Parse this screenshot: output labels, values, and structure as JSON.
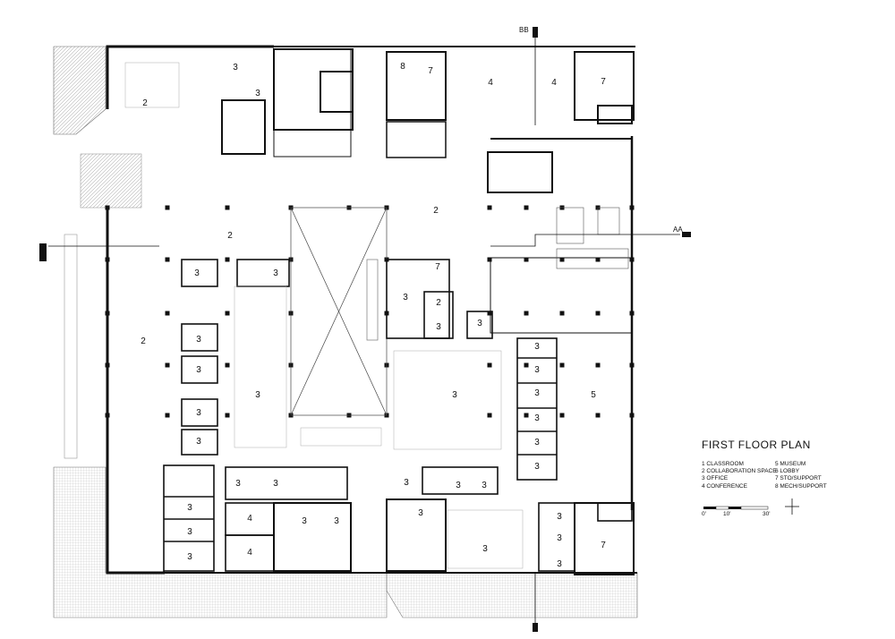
{
  "plan": {
    "title": "FIRST FLOOR PLAN",
    "section_top": "BB",
    "section_right": "AA",
    "legend_left": [
      "1  CLASSROOM",
      "2  COLLABORATION SPACE",
      "3  OFFICE",
      "4  CONFERENCE"
    ],
    "legend_right": [
      "5  MUSEUM",
      "6  LOBBY",
      "7  STO/SUPPORT",
      "8  MECH/SUPPORT"
    ],
    "scale": [
      "0'",
      "10'",
      "30'"
    ],
    "rooms": [
      "3",
      "3",
      "2",
      "8",
      "7",
      "4",
      "4",
      "7",
      "2",
      "2",
      "2",
      "3",
      "3",
      "3",
      "3",
      "3",
      "3",
      "3",
      "3",
      "3",
      "3",
      "7",
      "3",
      "2",
      "3",
      "3",
      "3",
      "3",
      "3",
      "3",
      "3",
      "3",
      "3",
      "5",
      "3",
      "3",
      "3",
      "3",
      "4",
      "4",
      "3",
      "3",
      "3",
      "3",
      "7",
      "3",
      "3",
      "3",
      "3"
    ]
  }
}
